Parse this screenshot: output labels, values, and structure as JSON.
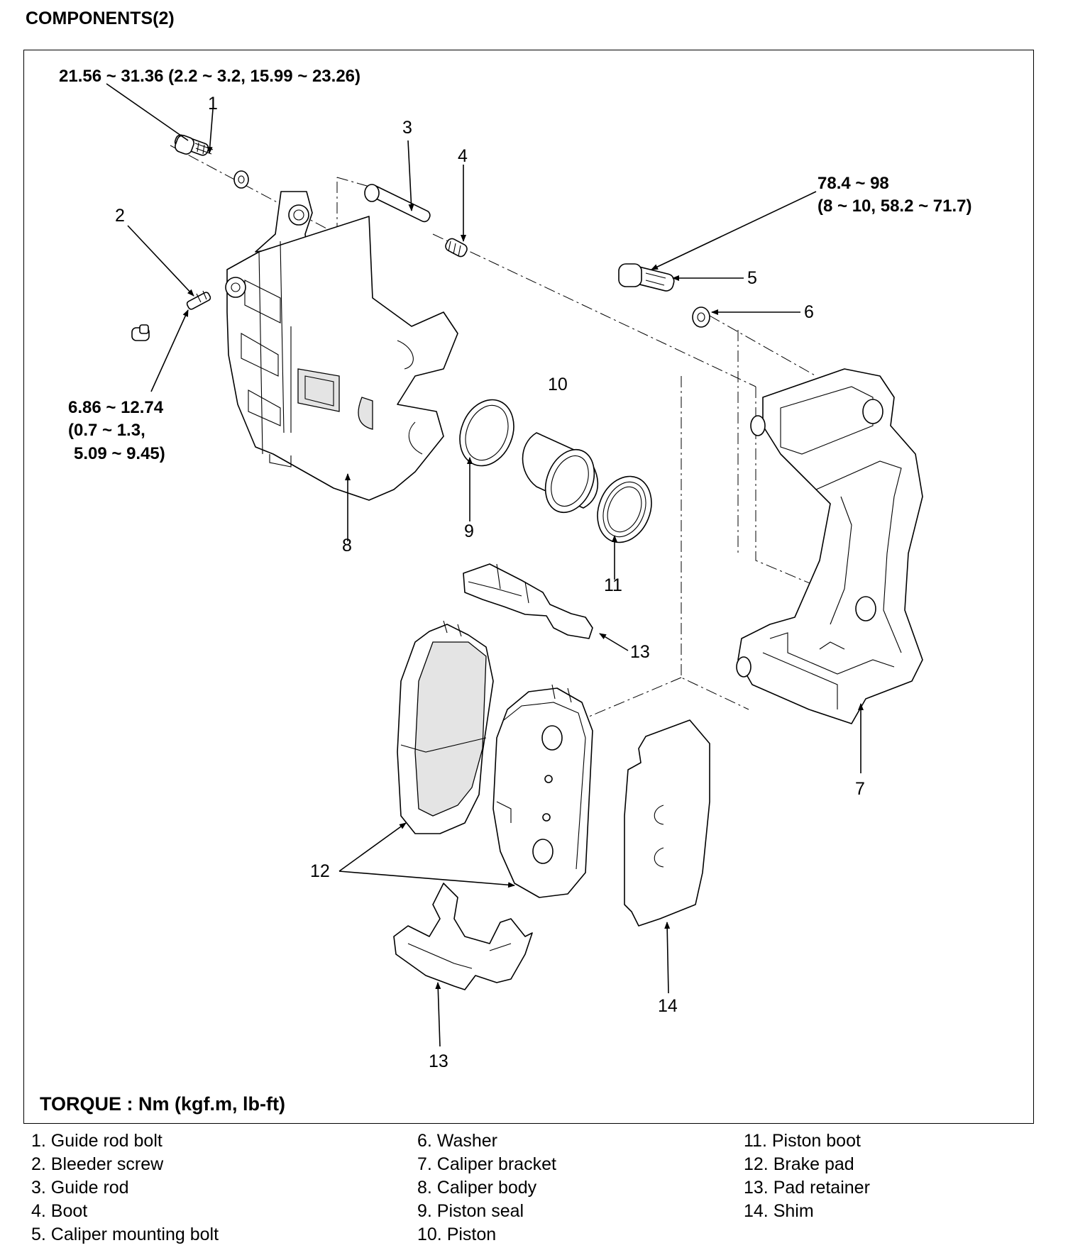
{
  "page": {
    "title": "COMPONENTS(2)"
  },
  "torque_note": "TORQUE : Nm (kgf.m, lb-ft)",
  "torque_specs": {
    "guide_rod_bolt": "21.56 ~ 31.36 (2.2 ~ 3.2, 15.99 ~ 23.26)",
    "caliper_mounting_bolt": [
      "78.4 ~ 98",
      "(8 ~ 10, 58.2 ~ 71.7)"
    ],
    "bleeder_screw": [
      "6.86 ~ 12.74",
      "(0.7 ~ 1.3,",
      "5.09 ~ 9.45)"
    ]
  },
  "callouts": [
    "1",
    "2",
    "3",
    "4",
    "5",
    "6",
    "7",
    "8",
    "9",
    "10",
    "11",
    "12",
    "13",
    "13",
    "14"
  ],
  "legend": [
    [
      "1. Guide rod bolt",
      "2. Bleeder screw",
      "3. Guide rod",
      "4. Boot",
      "5. Caliper mounting bolt"
    ],
    [
      "6. Washer",
      "7. Caliper bracket",
      "8. Caliper body",
      "9. Piston seal",
      "10. Piston"
    ],
    [
      "11. Piston boot",
      "12. Brake pad",
      "13. Pad retainer",
      "14. Shim"
    ]
  ]
}
